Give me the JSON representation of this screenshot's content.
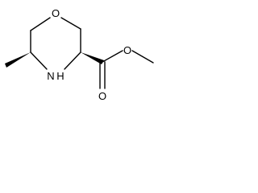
{
  "molecule": {
    "atoms": {
      "ring_oxygen": "O",
      "ring_nitrogen": "N",
      "nitrogen_hydrogen": "H",
      "carbonyl_oxygen": "O",
      "ester_oxygen": "O"
    },
    "colors": {
      "ink": "#000000",
      "background": "#ffffff"
    }
  }
}
